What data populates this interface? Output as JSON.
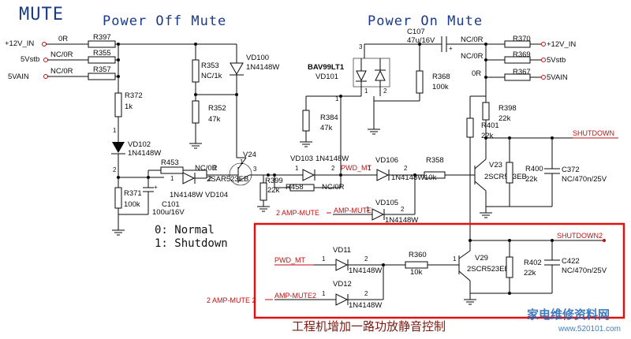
{
  "titles": {
    "main": "MUTE",
    "power_off": "Power Off Mute",
    "power_on": "Power On Mute",
    "note_line1": "0: Normal",
    "note_line2": "1: Shutdown",
    "caption": "工程机增加一路功放静音控制"
  },
  "nets": {
    "v12_in_left": "+12V_IN",
    "v5stb_left": "5Vstb",
    "v5ain_left": "5VAIN",
    "v12_in_right": "+12V_IN",
    "v5stb_right": "5Vstb",
    "v5ain_right": "5VAIN",
    "shutdown": "SHUTDOWN",
    "shutdown2": "SHUTDOWN2",
    "pwd_mt_top": "PWD_MT",
    "pwd_mt_box": "PWD_MT",
    "amp_mute_top_prefix": "2  AMP-MUTE",
    "amp_mute_top": "AMP-MUTE",
    "amp_mute_box_prefix": "2  AMP-MUTE 2",
    "amp_mute_box": "AMP-MUTE2"
  },
  "parts": {
    "r397": "R397",
    "r397v": "0R",
    "r355": "R355",
    "r355v": "NC/0R",
    "r357": "R357",
    "r357v": "NC/0R",
    "r372": "R372",
    "r372v": "1k",
    "vd102": "VD102",
    "vd102v": "1N4148W",
    "r353": "R353",
    "r353v": "NC/1k",
    "r352": "R352",
    "r352v": "47k",
    "vd100": "VD100",
    "vd100v": "1N4148W",
    "v24": "V24",
    "v24v": "2SAR523EB",
    "r453": "R453",
    "r453v": "NC/0R",
    "vd104": "VD104",
    "vd104v": "1N4148W",
    "r371": "R371",
    "r371v": "100k",
    "c101": "C101",
    "c101v": "100u/16V",
    "r399": "R399",
    "r399v": "22k",
    "r458": "R458",
    "r458v": "NC/0R",
    "vd103": "VD103",
    "vd103v": "1N4148W",
    "r384": "R384",
    "r384v": "47k",
    "bav99": "BAV99LT1",
    "vd101": "VD101",
    "c107": "C107",
    "c107v": "47u/16V",
    "r368": "R368",
    "r368v": "100k",
    "r370": "R370",
    "r370v": "NC/0R",
    "r369": "R369",
    "r369v": "NC/0R",
    "r367": "R367",
    "r367v": "0R",
    "r398": "R398",
    "r398v": "22k",
    "r401": "R401",
    "r401v": "22k",
    "vd106": "VD106",
    "vd106v": "1N4148W",
    "r358": "R358",
    "r358v": "10k",
    "v23": "V23",
    "v23v": "2SCR523EB",
    "r400": "R400",
    "r400v": "22k",
    "c372": "C372",
    "c372v": "NC/470n/25V",
    "vd105": "VD105",
    "vd105v": "1N4148W",
    "vd11": "VD11",
    "vd11v": "1N4148W",
    "vd12": "VD12",
    "vd12v": "1N4148W",
    "r360": "R360",
    "r360v": "10k",
    "v29": "V29",
    "v29v": "2SCR523EB",
    "r402": "R402",
    "r402v": "22k",
    "c422": "C422",
    "c422v": "NC/470n/25V"
  },
  "pins": {
    "p1": "1",
    "p2": "2",
    "p3": "3"
  },
  "watermark": {
    "text": "家电维修资料网",
    "url": "www.520101.com"
  },
  "colors": {
    "wire": "#0a0a0a",
    "net_label": "#c01010",
    "box_border": "#e01010",
    "title": "#1a3a8a"
  }
}
